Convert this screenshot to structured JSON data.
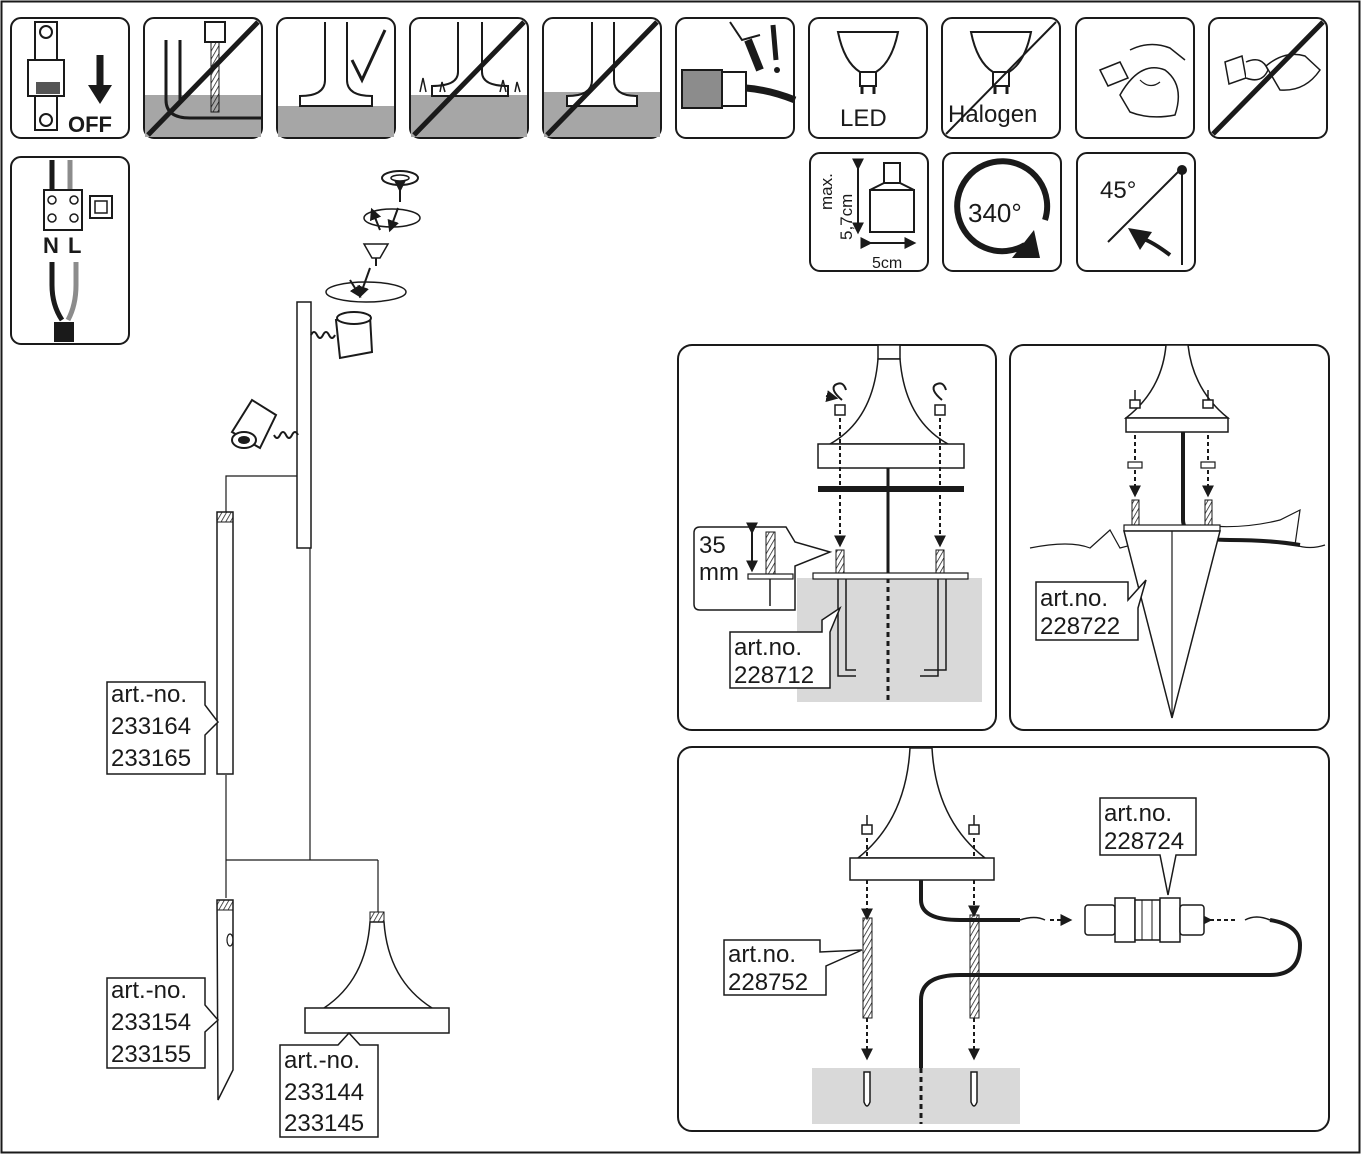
{
  "icons": {
    "switch_off": "OFF",
    "led": "LED",
    "halogen": "Halogen",
    "max_label": "max.",
    "height_label": "5,7cm",
    "width_label": "5cm",
    "rotation_label": "340°",
    "tilt_label": "45°"
  },
  "wiring": {
    "neutral": "N",
    "live": "L"
  },
  "assembly_labels": {
    "pole": [
      "art.-no.",
      "233164",
      "233165"
    ],
    "spike": [
      "art.-no.",
      "233154",
      "233155"
    ],
    "base": [
      "art.-no.",
      "233144",
      "233145"
    ]
  },
  "panels": {
    "concrete": {
      "depth_value": "35",
      "depth_unit": "mm",
      "art": [
        "art.no.",
        "228712"
      ]
    },
    "ground_spike": {
      "art": [
        "art.no.",
        "228722"
      ]
    },
    "connector": {
      "art_anchor": [
        "art.no.",
        "228752"
      ],
      "art_connector": [
        "art.no.",
        "228724"
      ]
    }
  },
  "colors": {
    "line": "#1a1a1a",
    "soil": "#a6a6a6",
    "concrete": "#d9d9d9",
    "banner_bg": "#ffffff"
  }
}
